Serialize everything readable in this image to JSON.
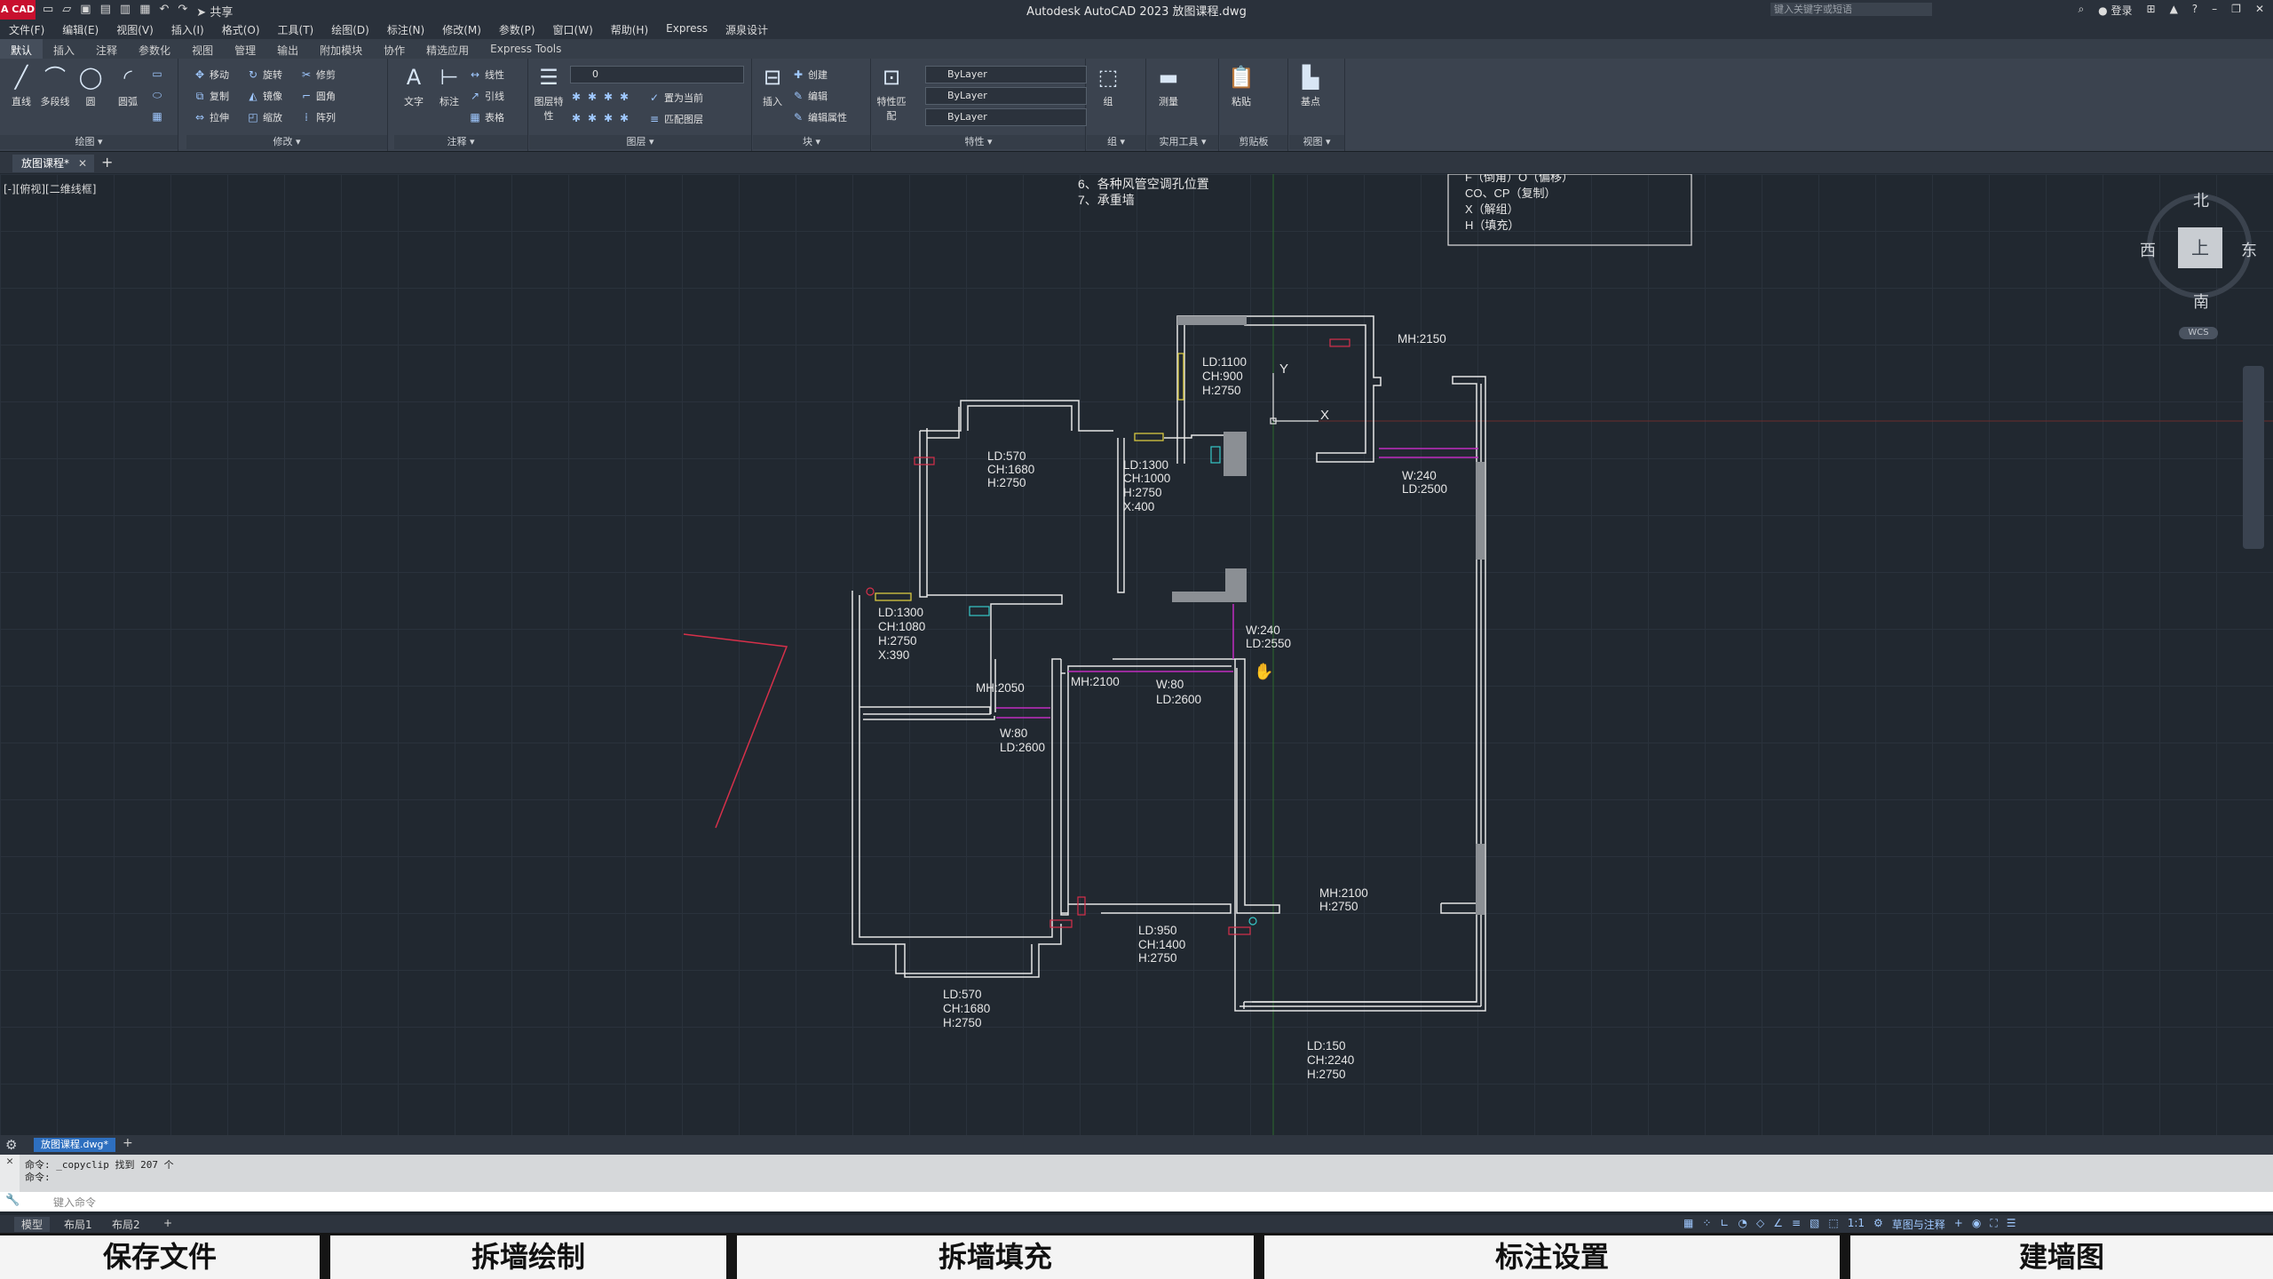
{
  "window": {
    "title": "Autodesk AutoCAD 2023    放图课程.dwg",
    "logo": "A CAD",
    "share": "共享",
    "search_placeholder": "键入关键字或短语",
    "login": "登录"
  },
  "menu": [
    "文件(F)",
    "编辑(E)",
    "视图(V)",
    "插入(I)",
    "格式(O)",
    "工具(T)",
    "绘图(D)",
    "标注(N)",
    "修改(M)",
    "参数(P)",
    "窗口(W)",
    "帮助(H)",
    "Express",
    "源泉设计"
  ],
  "ribbon_tabs": [
    "默认",
    "插入",
    "注释",
    "参数化",
    "视图",
    "管理",
    "输出",
    "附加模块",
    "协作",
    "精选应用",
    "Express Tools"
  ],
  "ribbon": {
    "draw": {
      "title": "绘图 ▾",
      "line": "直线",
      "polyline": "多段线",
      "circle": "圆",
      "arc": "圆弧"
    },
    "modify": {
      "title": "修改 ▾",
      "items": [
        "移动",
        "旋转",
        "修剪",
        "复制",
        "镜像",
        "圆角",
        "拉伸",
        "缩放",
        "阵列"
      ]
    },
    "annotation": {
      "title": "注释 ▾",
      "text": "文字",
      "dim": "标注",
      "linear": "线性",
      "leader": "引线",
      "table": "表格"
    },
    "layers": {
      "title": "图层 ▾",
      "props": "图层特性",
      "layer_value": "0",
      "set_current": "置为当前",
      "match": "匹配图层"
    },
    "block": {
      "title": "块 ▾",
      "insert": "插入",
      "create": "创建",
      "edit": "编辑",
      "edit_attr": "编辑属性"
    },
    "properties": {
      "title": "特性 ▾",
      "match": "特性匹配",
      "color": "ByLayer",
      "linetype": "ByLayer",
      "lineweight": "ByLayer"
    },
    "groups": {
      "title": "组 ▾",
      "group": "组"
    },
    "utilities": {
      "title": "实用工具 ▾",
      "measure": "测量"
    },
    "clipboard": {
      "title": "剪贴板",
      "paste": "粘贴"
    },
    "view": {
      "title": "视图 ▾",
      "base": "基点"
    }
  },
  "file_tab": "放图课程*",
  "view_label": "[-][俯视][二维线框]",
  "viewcube": {
    "north": "北",
    "south": "南",
    "east": "东",
    "west": "西",
    "face": "上",
    "wcs": "WCS"
  },
  "notes_left": [
    "6、各种风管空调孔位置",
    "7、承重墙"
  ],
  "notes_right": [
    "F（倒角）O（偏移）",
    "CO、CP（复制）",
    "X（解组）",
    "H（填充）"
  ],
  "plan_labels": [
    [
      "MH:2150"
    ],
    [
      "LD:1100",
      "CH:900",
      "H:2750"
    ],
    [
      "LD:570",
      "CH:1680",
      "H:2750"
    ],
    [
      "LD:1300",
      "CH:1000",
      "H:2750",
      "X:400"
    ],
    [
      "W:240",
      "LD:2500"
    ],
    [
      "LD:1300",
      "CH:1080",
      "H:2750",
      "X:390"
    ],
    [
      "W:240",
      "LD:2550"
    ],
    [
      "MH:2050"
    ],
    [
      "MH:2100"
    ],
    [
      "W:80",
      "LD:2600"
    ],
    [
      "W:80",
      "LD:2600"
    ],
    [
      "MH:2100",
      "H:2750"
    ],
    [
      "LD:950",
      "CH:1400",
      "H:2750"
    ],
    [
      "LD:570",
      "CH:1680",
      "H:2750"
    ],
    [
      "LD:150",
      "CH:2240",
      "H:2750"
    ]
  ],
  "ucs": {
    "x": "X",
    "y": "Y"
  },
  "modelbar": {
    "doc": "放图课程.dwg*"
  },
  "command": {
    "line1": "命令: _copyclip 找到 207 个",
    "line2": "命令:",
    "placeholder": "键入命令"
  },
  "status": {
    "model": "模型",
    "layout1": "布局1",
    "layout2": "布局2",
    "scale": "1:1",
    "workspace": "草图与注释"
  },
  "captions": [
    "保存文件",
    "拆墙绘制",
    "拆墙填充",
    "标注设置",
    "建墙图"
  ]
}
